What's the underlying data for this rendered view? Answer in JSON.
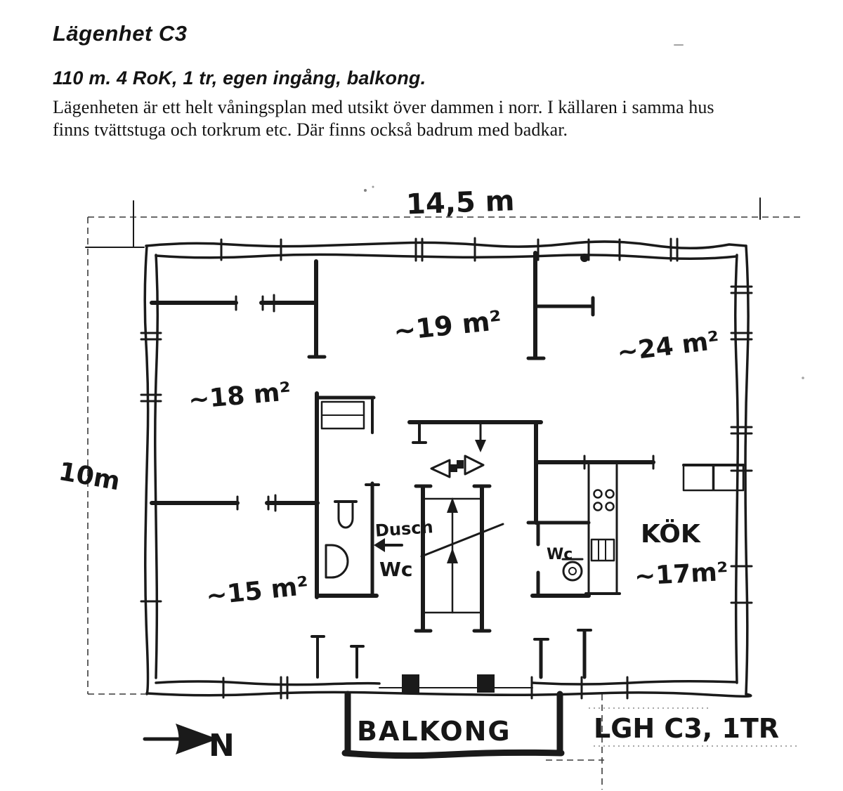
{
  "colors": {
    "ink": "#1a1a1a",
    "paper": "#ffffff"
  },
  "header": {
    "title": "Lägenhet C3",
    "subtitle": "110 m. 4 RoK, 1 tr, egen ingång, balkong.",
    "body_line1": "Lägenheten är ett helt våningsplan med utsikt över dammen i norr. I källaren i samma hus",
    "body_line2": "finns tvättstuga och torkrum etc. Där finns också badrum med badkar."
  },
  "floorplan": {
    "width_label": "14,5 m",
    "height_label": "10m",
    "room_top_middle": "~19 m²",
    "room_top_right": "~24 m²",
    "room_left": "~18 m²",
    "room_bottom_left": "~15 m²",
    "kitchen_label": "KÖK",
    "kitchen_area": "~17m²",
    "shower_label": "Dusch",
    "wc_label": "Wc",
    "wc2_label": "Wc",
    "balcony_label": "BALKONG",
    "apartment_label": "LGH C3, 1TR",
    "north_label": "N"
  }
}
